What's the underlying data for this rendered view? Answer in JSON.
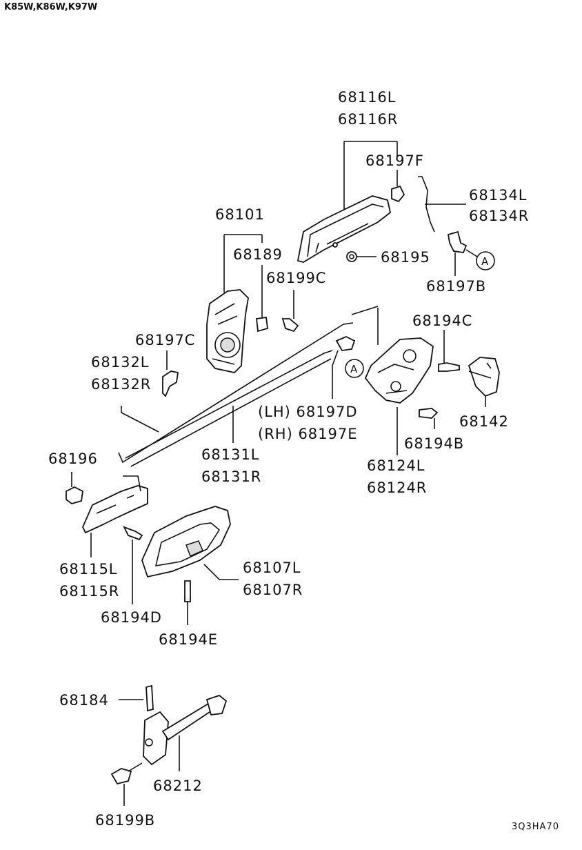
{
  "header": {
    "models": "K85W,K86W,K97W"
  },
  "footer": {
    "code": "3Q3HA70"
  },
  "ref_marker": "A",
  "labels": {
    "p68116L": "68116L",
    "p68116R": "68116R",
    "p68197F": "68197F",
    "p68134L": "68134L",
    "p68134R": "68134R",
    "p68101": "68101",
    "p68189": "68189",
    "p68195": "68195",
    "p68199C": "68199C",
    "p68197B": "68197B",
    "p68194C": "68194C",
    "p68197C": "68197C",
    "p68132L": "68132L",
    "p68132R": "68132R",
    "p68142": "68142",
    "p68197D": "(LH) 68197D",
    "p68197E": "(RH) 68197E",
    "p68194B": "68194B",
    "p68196": "68196",
    "p68131L": "68131L",
    "p68131R": "68131R",
    "p68124L": "68124L",
    "p68124R": "68124R",
    "p68115L": "68115L",
    "p68115R": "68115R",
    "p68107L": "68107L",
    "p68107R": "68107R",
    "p68194D": "68194D",
    "p68194E": "68194E",
    "p68184": "68184",
    "p68212": "68212",
    "p68199B": "68199B"
  }
}
